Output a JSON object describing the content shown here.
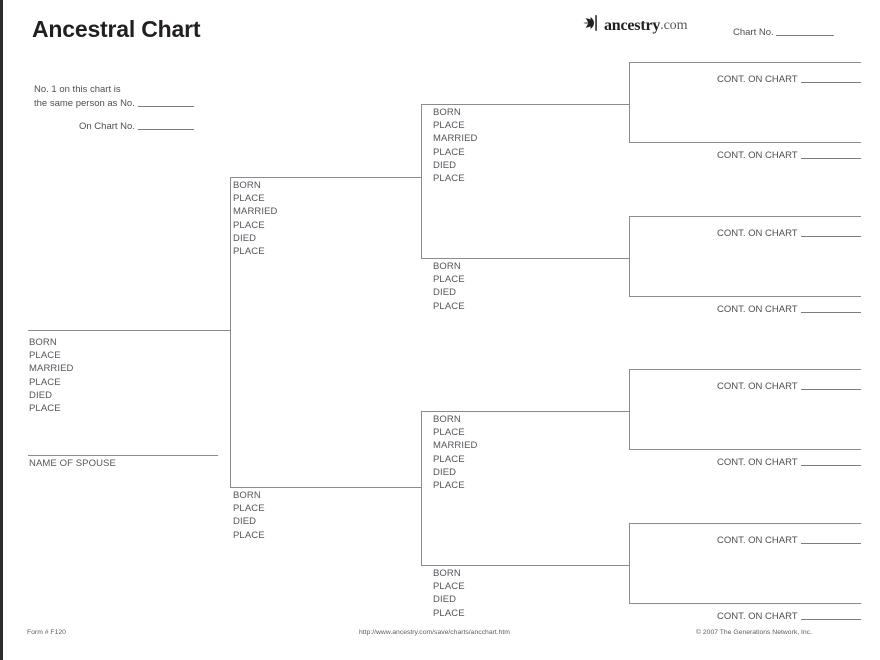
{
  "header": {
    "title": "Ancestral Chart",
    "xref_line1": "No. 1 on this chart is",
    "xref_line2": "the same person as No.",
    "xref_line3": "On Chart No.",
    "logo_word": "ancestry",
    "logo_dotcom": ".com",
    "logo_icon": "leaf-icon",
    "chart_no_label": "Chart No."
  },
  "labels": {
    "born": "BORN",
    "place": "PLACE",
    "married": "MARRIED",
    "died": "DIED",
    "spouse": "NAME OF SPOUSE",
    "cont_on_chart": "CONT. ON CHART"
  },
  "person1": {
    "fields": [
      "BORN",
      "PLACE",
      "MARRIED",
      "PLACE",
      "DIED",
      "PLACE"
    ],
    "spouse_label": "NAME OF SPOUSE"
  },
  "generation2": [
    {
      "id": "gen2-father",
      "fields": [
        "BORN",
        "PLACE",
        "MARRIED",
        "PLACE",
        "DIED",
        "PLACE"
      ]
    },
    {
      "id": "gen2-mother",
      "fields": [
        "BORN",
        "PLACE",
        "DIED",
        "PLACE"
      ]
    }
  ],
  "generation3": [
    {
      "id": "gen3-1",
      "fields": [
        "BORN",
        "PLACE",
        "MARRIED",
        "PLACE",
        "DIED",
        "PLACE"
      ]
    },
    {
      "id": "gen3-2",
      "fields": [
        "BORN",
        "PLACE",
        "DIED",
        "PLACE"
      ]
    },
    {
      "id": "gen3-3",
      "fields": [
        "BORN",
        "PLACE",
        "MARRIED",
        "PLACE",
        "DIED",
        "PLACE"
      ]
    },
    {
      "id": "gen3-4",
      "fields": [
        "BORN",
        "PLACE",
        "DIED",
        "PLACE"
      ]
    }
  ],
  "generation4": [
    {
      "id": "gen4-1",
      "cont": "CONT. ON CHART"
    },
    {
      "id": "gen4-2",
      "cont": "CONT. ON CHART"
    },
    {
      "id": "gen4-3",
      "cont": "CONT. ON CHART"
    },
    {
      "id": "gen4-4",
      "cont": "CONT. ON CHART"
    },
    {
      "id": "gen4-5",
      "cont": "CONT. ON CHART"
    },
    {
      "id": "gen4-6",
      "cont": "CONT. ON CHART"
    },
    {
      "id": "gen4-7",
      "cont": "CONT. ON CHART"
    },
    {
      "id": "gen4-8",
      "cont": "CONT. ON CHART"
    }
  ],
  "footer": {
    "form": "Form # F120",
    "url": "http://www.ancestry.com/save/charts/ancchart.htm",
    "copyright": "© 2007 The Generations Network, Inc."
  },
  "colors": {
    "ink": "#231f20",
    "text": "#55555c",
    "rule": "#8a8a90",
    "page_border": "#2b2b2b"
  }
}
